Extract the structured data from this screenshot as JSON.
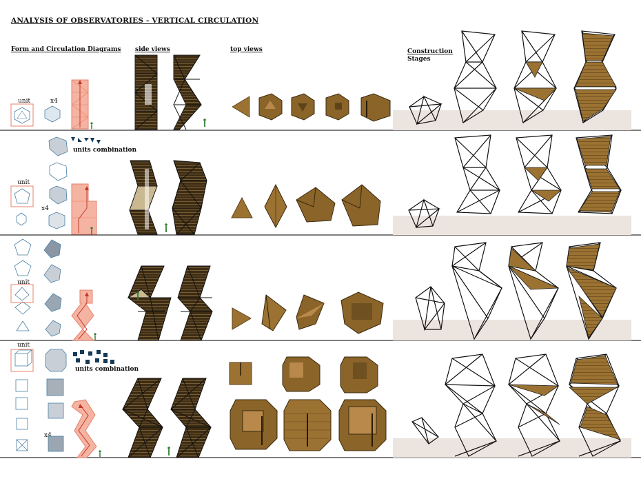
{
  "title": "ANALYSIS OF OBSERVATORIES - VERTICAL CIRCULATION",
  "headers": {
    "form": "Form and Circulation Diagrams",
    "side": "side views",
    "top": "top views",
    "construction_line1": "Construction",
    "construction_line2": "Stages"
  },
  "labels": {
    "unit": "unit",
    "x4": "x4",
    "units_combination": "units combination"
  },
  "colors": {
    "wood": "#9b7232",
    "wood_dark": "#5e431a",
    "circulation_red": "#e8806b",
    "ground": "#ece4df",
    "figure_green": "#2e7d32",
    "unit_blue": "#4a7fa3",
    "navy": "#163a57",
    "teal": "#2a6b83"
  }
}
